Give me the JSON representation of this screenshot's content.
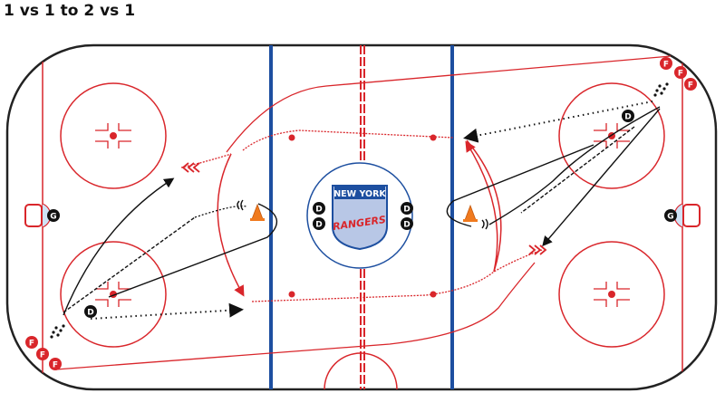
{
  "drill": {
    "title": "1 vs 1 to 2 vs 1"
  },
  "logo": {
    "line1": "NEW YORK",
    "line2": "RANGERS"
  },
  "players": {
    "forward": "F",
    "defense": "D",
    "goalie": "G"
  },
  "colors": {
    "line_red": "#d9262b",
    "blue_line": "#1d4fa0",
    "ice": "#ffffff",
    "board": "#222222",
    "path": "#111111",
    "skate": "#d9262b"
  },
  "icons": [
    "cone-icon",
    "puck-pile-icon",
    "stop-mark-icon",
    "goal-net-icon",
    "team-logo-icon"
  ]
}
